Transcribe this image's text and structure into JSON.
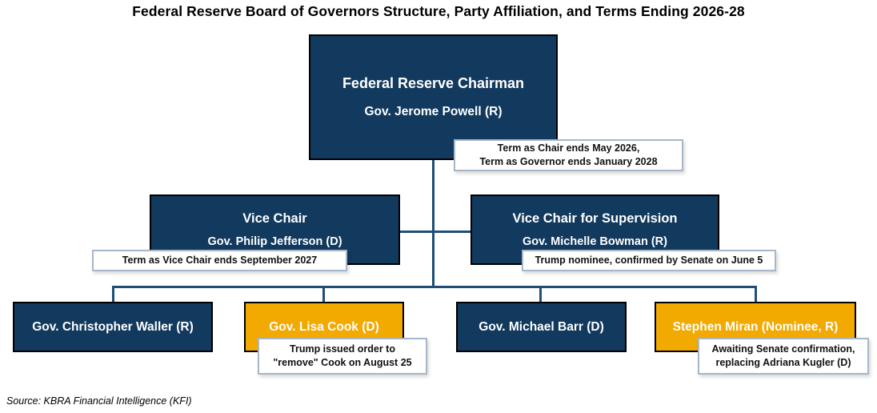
{
  "title": "Federal Reserve Board of Governors Structure, Party Affiliation, and Terms Ending 2026-28",
  "colors": {
    "navy": "#12395E",
    "gold": "#F2A900",
    "line": "#1F4E79",
    "callout_border": "#A7B7C7"
  },
  "org": {
    "chairman": {
      "role": "Federal Reserve Chairman",
      "name": "Gov. Jerome Powell (R)",
      "note_line1": "Term as Chair ends May 2026,",
      "note_line2": "Term as Governor ends January 2028"
    },
    "vice_chair": {
      "role": "Vice Chair",
      "name": "Gov. Philip Jefferson (D)",
      "note": "Term as Vice Chair ends September 2027"
    },
    "vice_chair_supervision": {
      "role": "Vice Chair for Supervision",
      "name": "Gov. Michelle Bowman (R)",
      "note": "Trump nominee, confirmed by Senate on June 5"
    },
    "governors": [
      {
        "name": "Gov. Christopher Waller (R)",
        "party_color": "navy"
      },
      {
        "name": "Gov. Lisa Cook (D)",
        "party_color": "gold",
        "note_line1": "Trump issued order to",
        "note_line2": "\"remove\" Cook on August 25"
      },
      {
        "name": "Gov. Michael Barr (D)",
        "party_color": "navy"
      },
      {
        "name": "Stephen Miran (Nominee, R)",
        "party_color": "gold",
        "note_line1": "Awaiting Senate confirmation,",
        "note_line2": "replacing Adriana Kugler (D)"
      }
    ]
  },
  "source": "Source: KBRA Financial Intelligence (KFI)"
}
